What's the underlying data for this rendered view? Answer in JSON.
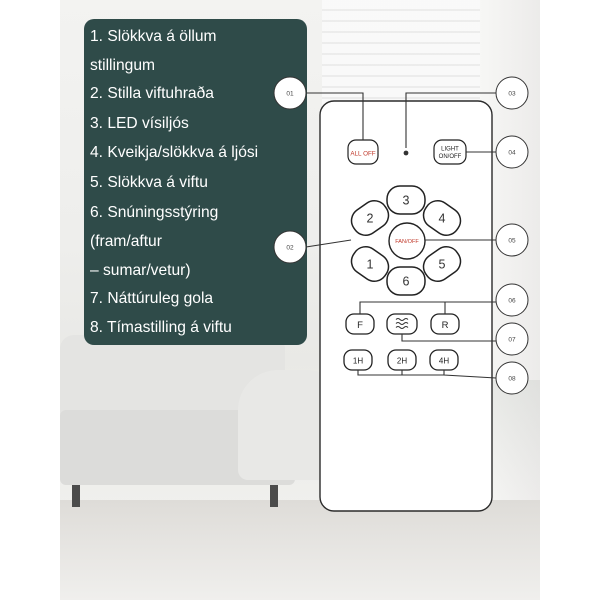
{
  "legend": [
    "1. Slökkva á öllum",
    "stillingum",
    "2. Stilla viftuhraða",
    "3. LED vísiljós",
    "4. Kveikja/slökkva á ljósi",
    "5. Slökkva á viftu",
    "6. Snúningsstýring",
    "(fram/aftur",
    "– sumar/vetur)",
    "7. Náttúruleg gola",
    "8. Tímastilling á viftu"
  ],
  "remote": {
    "all_off": "ALL OFF",
    "light_line1": "LIGHT",
    "light_line2": "ON/OFF",
    "fan_off": "FAN/OFF",
    "speeds": [
      "1",
      "2",
      "3",
      "4",
      "5",
      "6"
    ],
    "forward": "F",
    "reverse": "R",
    "breeze_icon": "wind-waves-icon",
    "timers": [
      "1H",
      "2H",
      "4H"
    ]
  },
  "callouts": [
    "01",
    "02",
    "03",
    "04",
    "05",
    "06",
    "07",
    "08"
  ],
  "colors": {
    "panel": "#2f4b49",
    "accent_red": "#c0392b"
  }
}
